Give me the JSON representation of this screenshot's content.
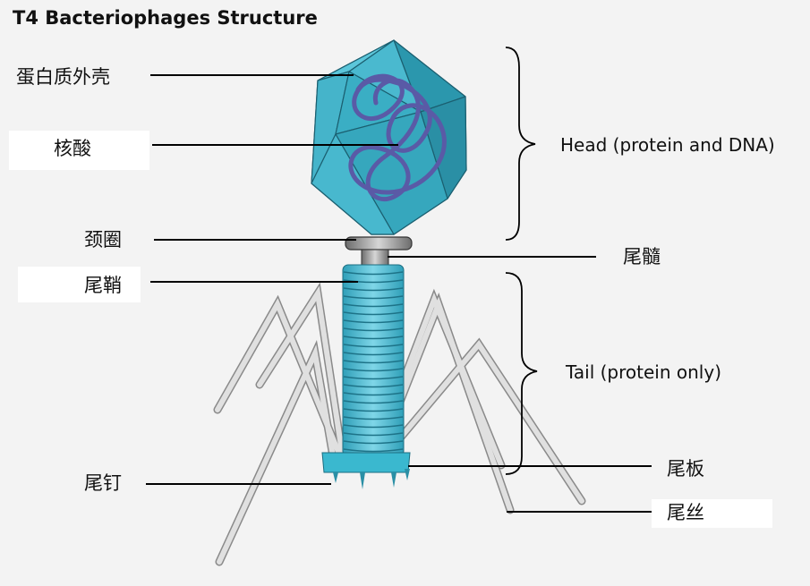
{
  "title": "T4 Bacteriophages Structure",
  "labels": {
    "capsid": "蛋白质外壳",
    "nucleic_acid": "核酸",
    "collar": "颈圈",
    "tail_sheath": "尾鞘",
    "tail_core": "尾髓",
    "tail_pins": "尾钉",
    "baseplate": "尾板",
    "tail_fibers": "尾丝"
  },
  "brackets": {
    "head": "Head (protein and DNA)",
    "tail": "Tail (protein only)"
  },
  "colors": {
    "capsid": "#3aaec4",
    "sheath": "#4fbfd6",
    "dna": "#5a5aa6",
    "fiber": "#d9d9d9",
    "line": "#000000"
  }
}
